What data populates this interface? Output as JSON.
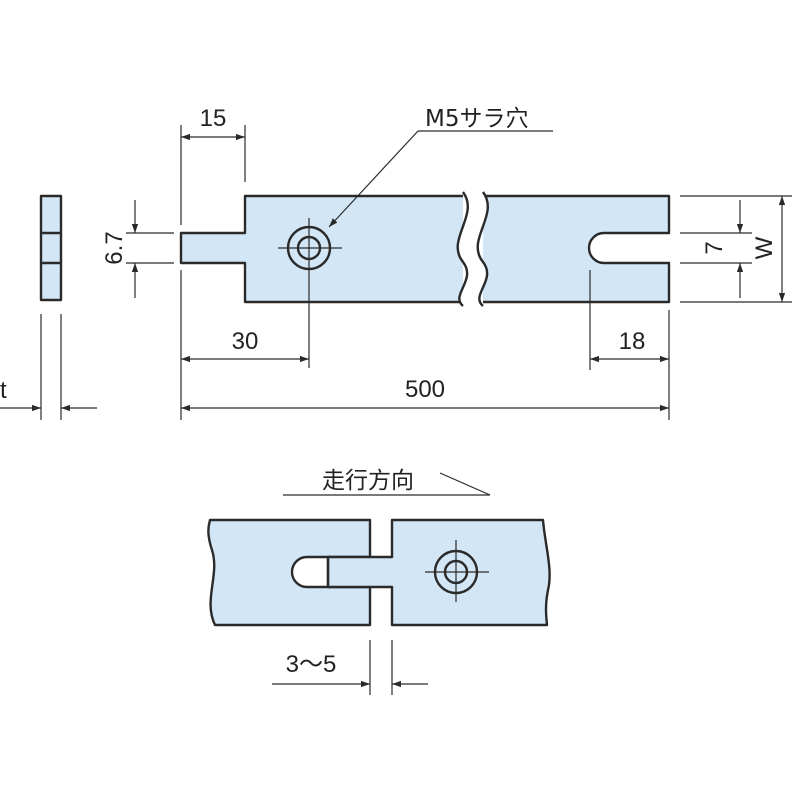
{
  "labels": {
    "tab_length": "15",
    "tab_width": "6.7",
    "hole": "M5サラ穴",
    "hole_offset": "30",
    "slot_depth": "18",
    "total_length": "500",
    "slot_width": "7",
    "width": "W",
    "thickness": "t",
    "direction": "走行方向",
    "joint_gap": "3～5"
  },
  "colors": {
    "part_fill": "#d3e6f5",
    "line": "#2a2a2a"
  }
}
